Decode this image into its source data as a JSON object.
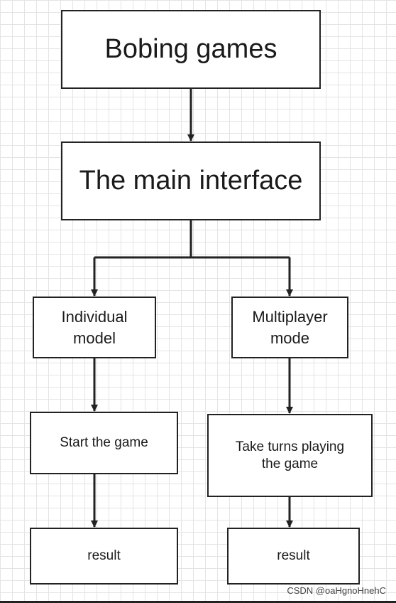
{
  "diagram": {
    "nodes": {
      "bobing": "Bobing games",
      "main": "The main interface",
      "individual": "Individual\nmodel",
      "multiplayer": "Multiplayer\nmode",
      "start": "Start the game",
      "take_turns": "Take turns playing\nthe game",
      "result_left": "result",
      "result_right": "result"
    },
    "edges": [
      [
        "bobing",
        "main"
      ],
      [
        "main",
        "individual"
      ],
      [
        "main",
        "multiplayer"
      ],
      [
        "individual",
        "start"
      ],
      [
        "multiplayer",
        "take_turns"
      ],
      [
        "start",
        "result_left"
      ],
      [
        "take_turns",
        "result_right"
      ]
    ],
    "line_color": "#222222"
  },
  "watermark": "CSDN @oaHgnoHnehC"
}
